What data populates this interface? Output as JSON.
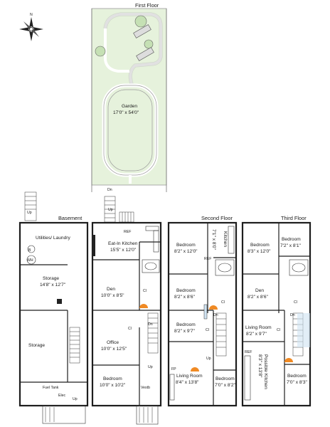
{
  "compass": {
    "north_label": "N"
  },
  "floors": {
    "first": {
      "title": "First Floor",
      "garden_label": "Garden",
      "garden_dims": "17'0\" x 54'0\"",
      "upper_labels": [
        "Dn",
        "Up"
      ],
      "rooms": [
        {
          "name": "Eat-In Kitchen",
          "dims": "15'5\" x 12'0\""
        },
        {
          "name": "Den",
          "dims": "10'0\" x 8'5\""
        },
        {
          "name": "Office",
          "dims": "10'0\" x 12'5\""
        },
        {
          "name": "Bedroom",
          "dims": "10'0\" x 10'2\""
        }
      ],
      "small": {
        "ref": "REF",
        "cl": "Cl",
        "dn": "Dn",
        "up": "Up",
        "vestb": "Vestb"
      }
    },
    "basement": {
      "title": "Basement",
      "rooms": [
        {
          "name": "Utilities/ Laundry",
          "dims": ""
        },
        {
          "name": "Storage",
          "dims": "14'8\" x 12'7\""
        },
        {
          "name": "Storage",
          "dims": ""
        }
      ],
      "small": {
        "b": "B",
        "wh": "WH",
        "fuel": "Fuel Tank",
        "elec": "Elec",
        "up": "Up",
        "up2": "Up"
      }
    },
    "second": {
      "title": "Second Floor",
      "rooms": [
        {
          "name": "Bedroom",
          "dims": "8'2\" x 12'0\""
        },
        {
          "name": "Kitchen",
          "dims": "7'1\" x 8'0\""
        },
        {
          "name": "Bedroom",
          "dims": "8'2\" x 8'6\""
        },
        {
          "name": "Bedroom",
          "dims": "8'2\" x 9'7\""
        },
        {
          "name": "Living Room",
          "dims": "8'4\" x 13'8\""
        },
        {
          "name": "Bedroom",
          "dims": "7'0\" x 8'2\""
        }
      ],
      "small": {
        "ref": "REF",
        "cl": "Cl",
        "cl2": "Cl",
        "dn": "Dn",
        "up": "Up",
        "fp": "FP"
      }
    },
    "third": {
      "title": "Third Floor",
      "rooms": [
        {
          "name": "Bedroom",
          "dims": "8'3\" x 12'0\""
        },
        {
          "name": "Bedroom",
          "dims": "7'2\" x 8'1\""
        },
        {
          "name": "Den",
          "dims": "8'2\" x 8'6\""
        },
        {
          "name": "Living Room",
          "dims": "8'2\" x 9'7\""
        },
        {
          "name": "Possible Kitchen",
          "dims": "8'3\" x 13'8\""
        },
        {
          "name": "Bedroom",
          "dims": "7'0\" x 8'3\""
        }
      ],
      "small": {
        "ref": "REF",
        "cl": "Cl",
        "cl2": "Cl",
        "dn": "Dn"
      }
    }
  },
  "colors": {
    "garden": "#e6f2dc",
    "tree": "#c5e0b4",
    "wall": "#1e1e1e",
    "marker": "#f08a24"
  }
}
